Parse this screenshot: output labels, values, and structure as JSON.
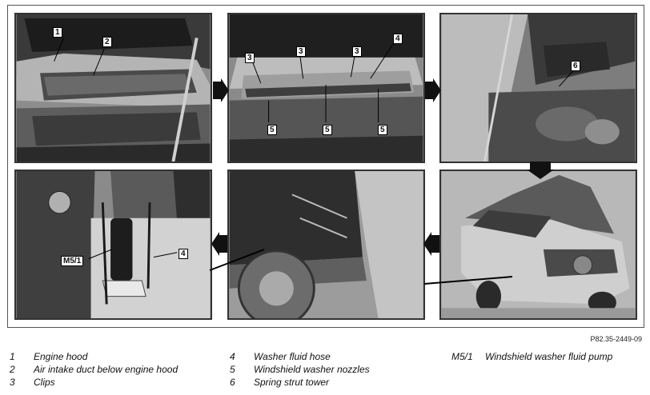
{
  "reference_code": "P82.35-2449-09",
  "callouts": {
    "p1": [
      "1",
      "2"
    ],
    "p2": [
      "3",
      "3",
      "3",
      "4",
      "5",
      "5",
      "5"
    ],
    "p3": [
      "6"
    ],
    "p5": [
      "M5/1",
      "4"
    ]
  },
  "legend": {
    "col1": [
      {
        "num": "1",
        "text": "Engine hood"
      },
      {
        "num": "2",
        "text": "Air intake duct below engine hood"
      },
      {
        "num": "3",
        "text": "Clips"
      }
    ],
    "col2": [
      {
        "num": "4",
        "text": "Washer fluid hose"
      },
      {
        "num": "5",
        "text": "Windshield washer nozzles"
      },
      {
        "num": "6",
        "text": "Spring strut tower"
      }
    ],
    "col3": [
      {
        "num": "M5/1",
        "text": "Windshield washer fluid pump"
      }
    ]
  },
  "colors": {
    "arrow": "#111111",
    "panel_border": "#333333"
  }
}
